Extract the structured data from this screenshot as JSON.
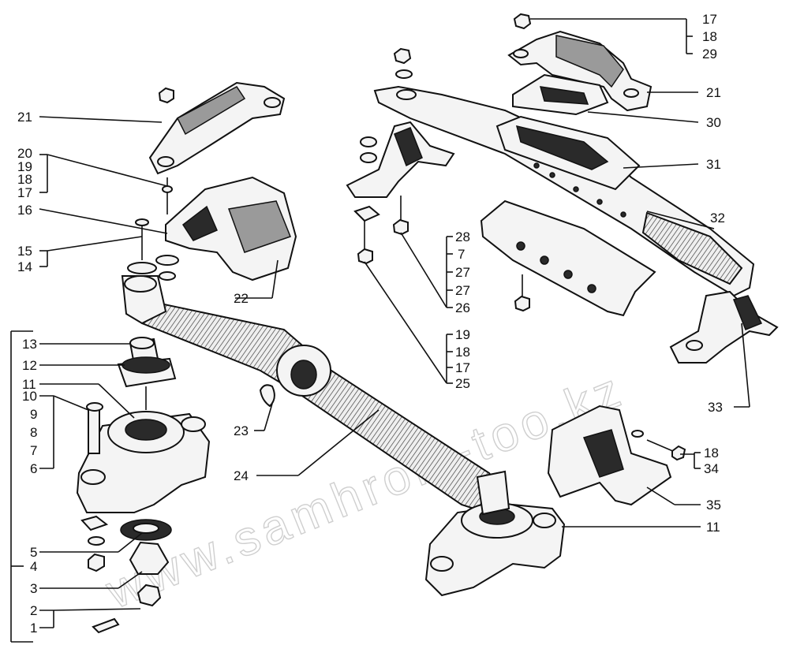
{
  "watermark": "www.samhrom-too.kz",
  "labels": {
    "l21a": "21",
    "l20": "20",
    "l19a": "19",
    "l18a": "18",
    "l17a": "17",
    "l16": "16",
    "l15": "15",
    "l14": "14",
    "l13": "13",
    "l12": "12",
    "l11a": "11",
    "l10": "10",
    "l9": "9",
    "l8": "8",
    "l7a": "7",
    "l6": "6",
    "l5": "5",
    "l4": "4",
    "l3": "3",
    "l2": "2",
    "l1": "1",
    "l22": "22",
    "l23": "23",
    "l24": "24",
    "l28": "28",
    "l7b": "7",
    "l27a": "27",
    "l27b": "27",
    "l26": "26",
    "l19b": "19",
    "l18b": "18",
    "l17b": "17",
    "l25": "25",
    "l17c": "17",
    "l18c": "18",
    "l29": "29",
    "l21b": "21",
    "l30": "30",
    "l31": "31",
    "l32": "32",
    "l33": "33",
    "l18d": "18",
    "l34": "34",
    "l35": "35",
    "l11b": "11"
  }
}
